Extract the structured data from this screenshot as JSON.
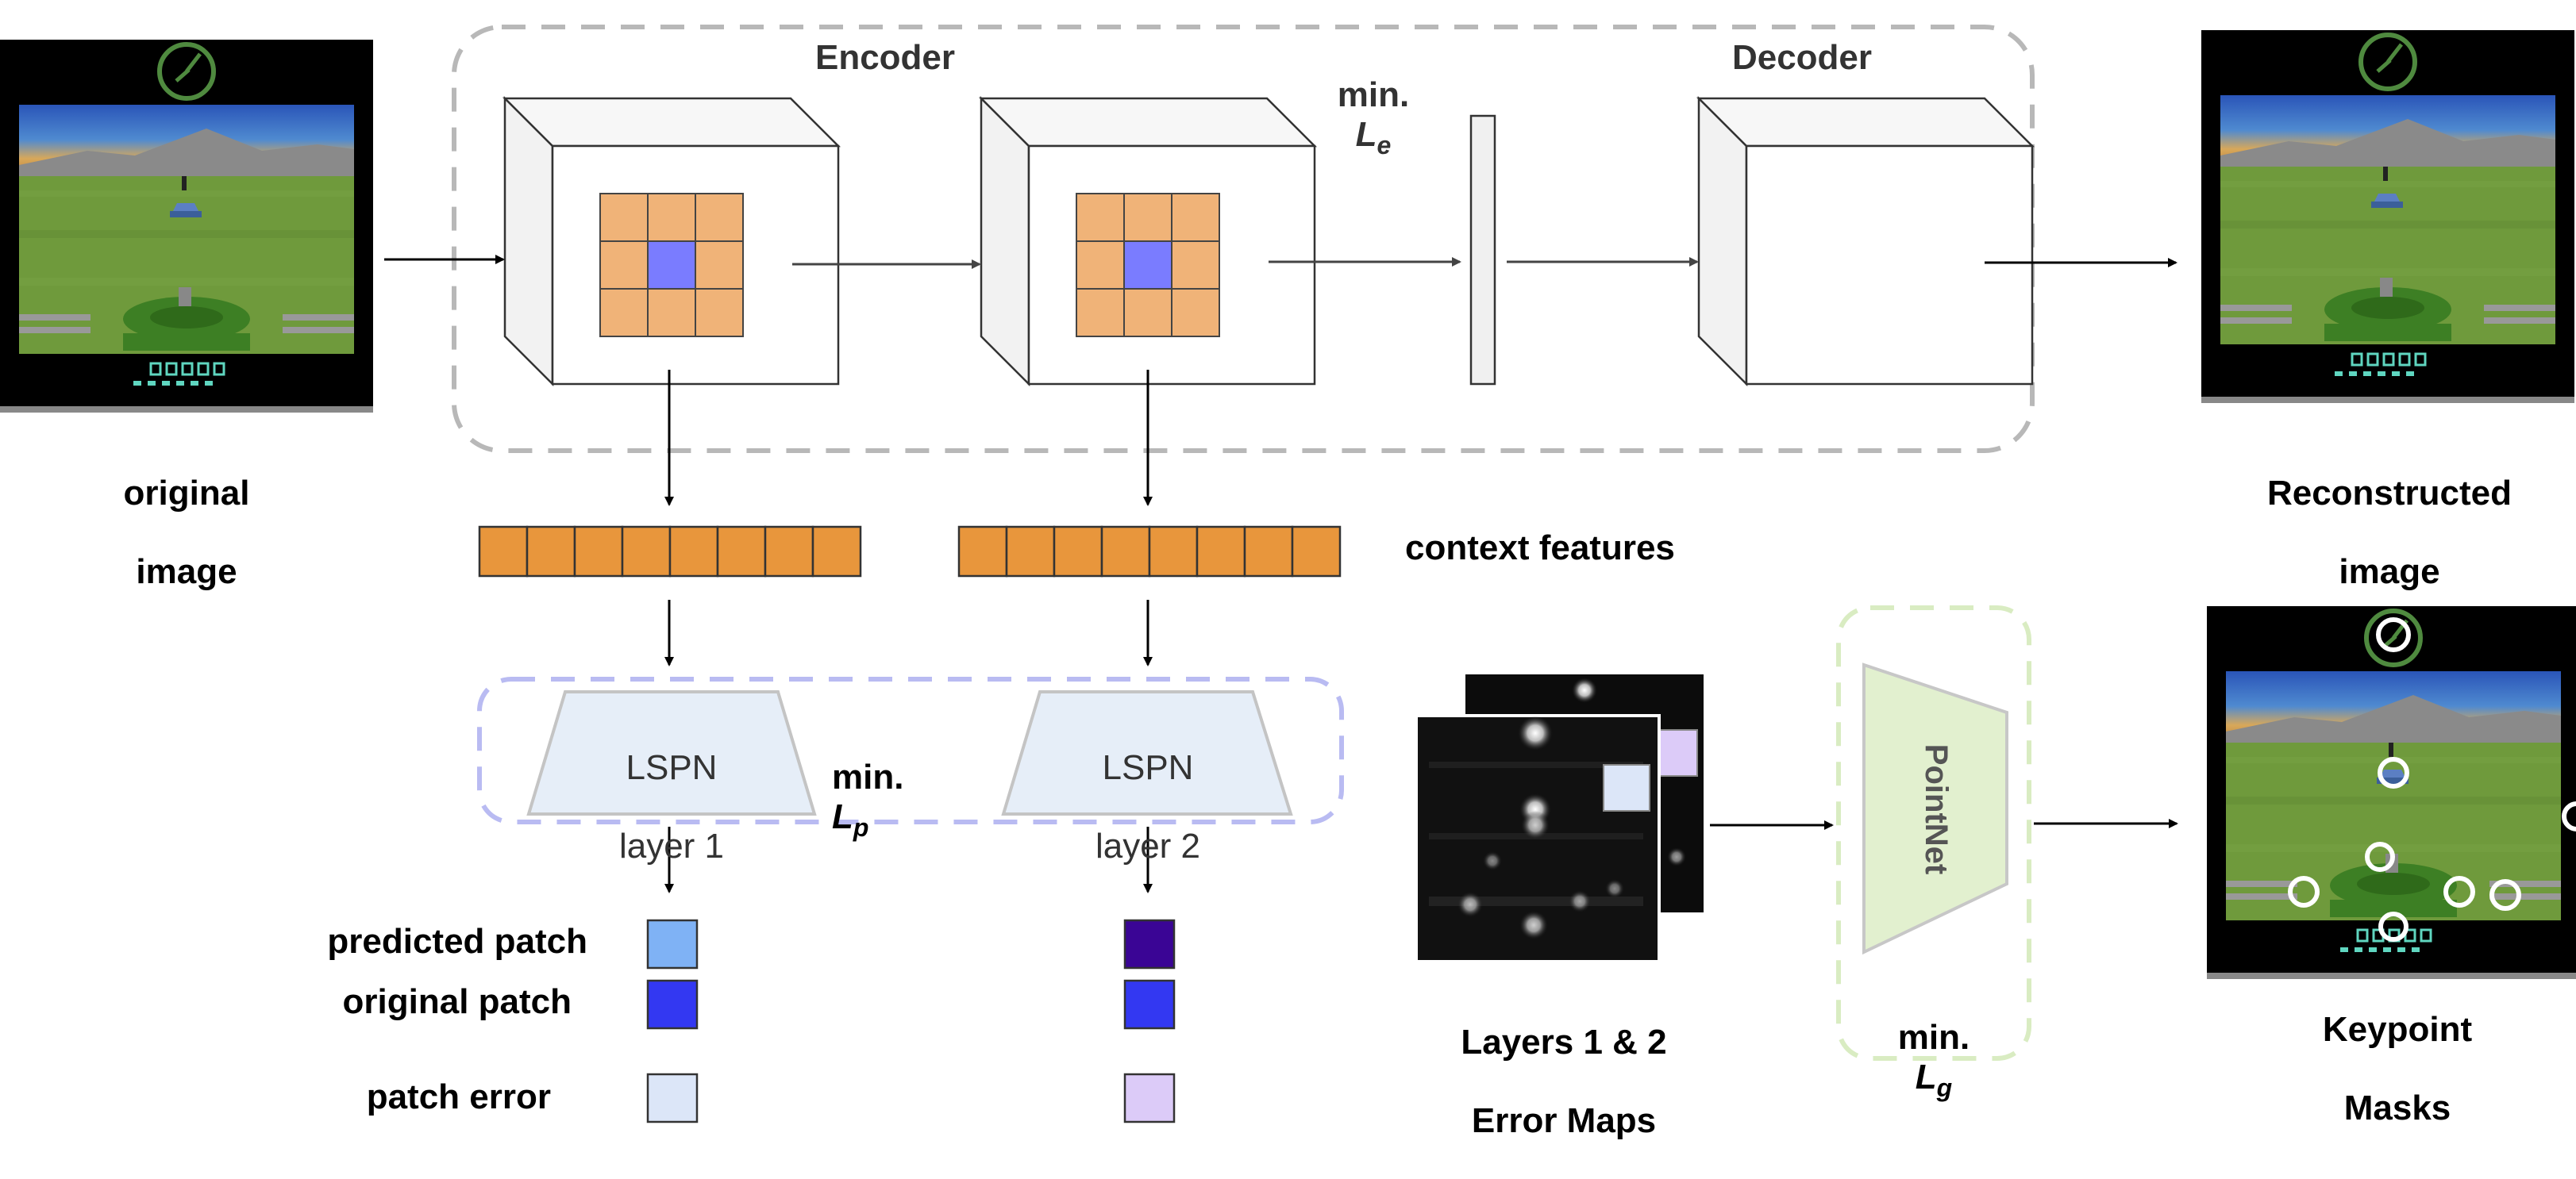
{
  "labels": {
    "encoder": "Encoder",
    "decoder": "Decoder",
    "min_le": "min.",
    "le_sym": "L",
    "le_sub": "e",
    "original_image_1": "original",
    "original_image_2": "image",
    "reconstructed_1": "Reconstructed",
    "reconstructed_2": "image",
    "context_features": "context features",
    "lspn1_1": "LSPN",
    "lspn1_2": "layer 1",
    "lspn2_1": "LSPN",
    "lspn2_2": "layer 2",
    "min_lp": "min.",
    "lp_sym": "L",
    "lp_sub": "p",
    "predicted_patch": "predicted patch",
    "original_patch": "original patch",
    "patch_error": "patch error",
    "error_maps_1": "Layers 1 & 2",
    "error_maps_2": "Error Maps",
    "pointnet": "PointNet",
    "min_lg": "min.",
    "lg_sym": "L",
    "lg_sub": "g",
    "keypoint_1": "Keypoint",
    "keypoint_2": "Masks"
  },
  "colors": {
    "feature_orange": "#E8963C",
    "grid_orange": "#F0B378",
    "center_blue": "#7A7CFF",
    "predicted_patch_1": "#7FB2F5",
    "predicted_patch_2": "#3A0595",
    "original_patch": "#3338F2",
    "patch_error_1": "#DCE6F8",
    "patch_error_2": "#DCCBF8",
    "lspn_fill": "#E6EEF8",
    "pointnet_fill": "#E2F0CF",
    "encoder_dash": "#B8B8B8",
    "lspn_dash": "#B9BBF2",
    "pointnet_dash": "#D9ECC2"
  }
}
